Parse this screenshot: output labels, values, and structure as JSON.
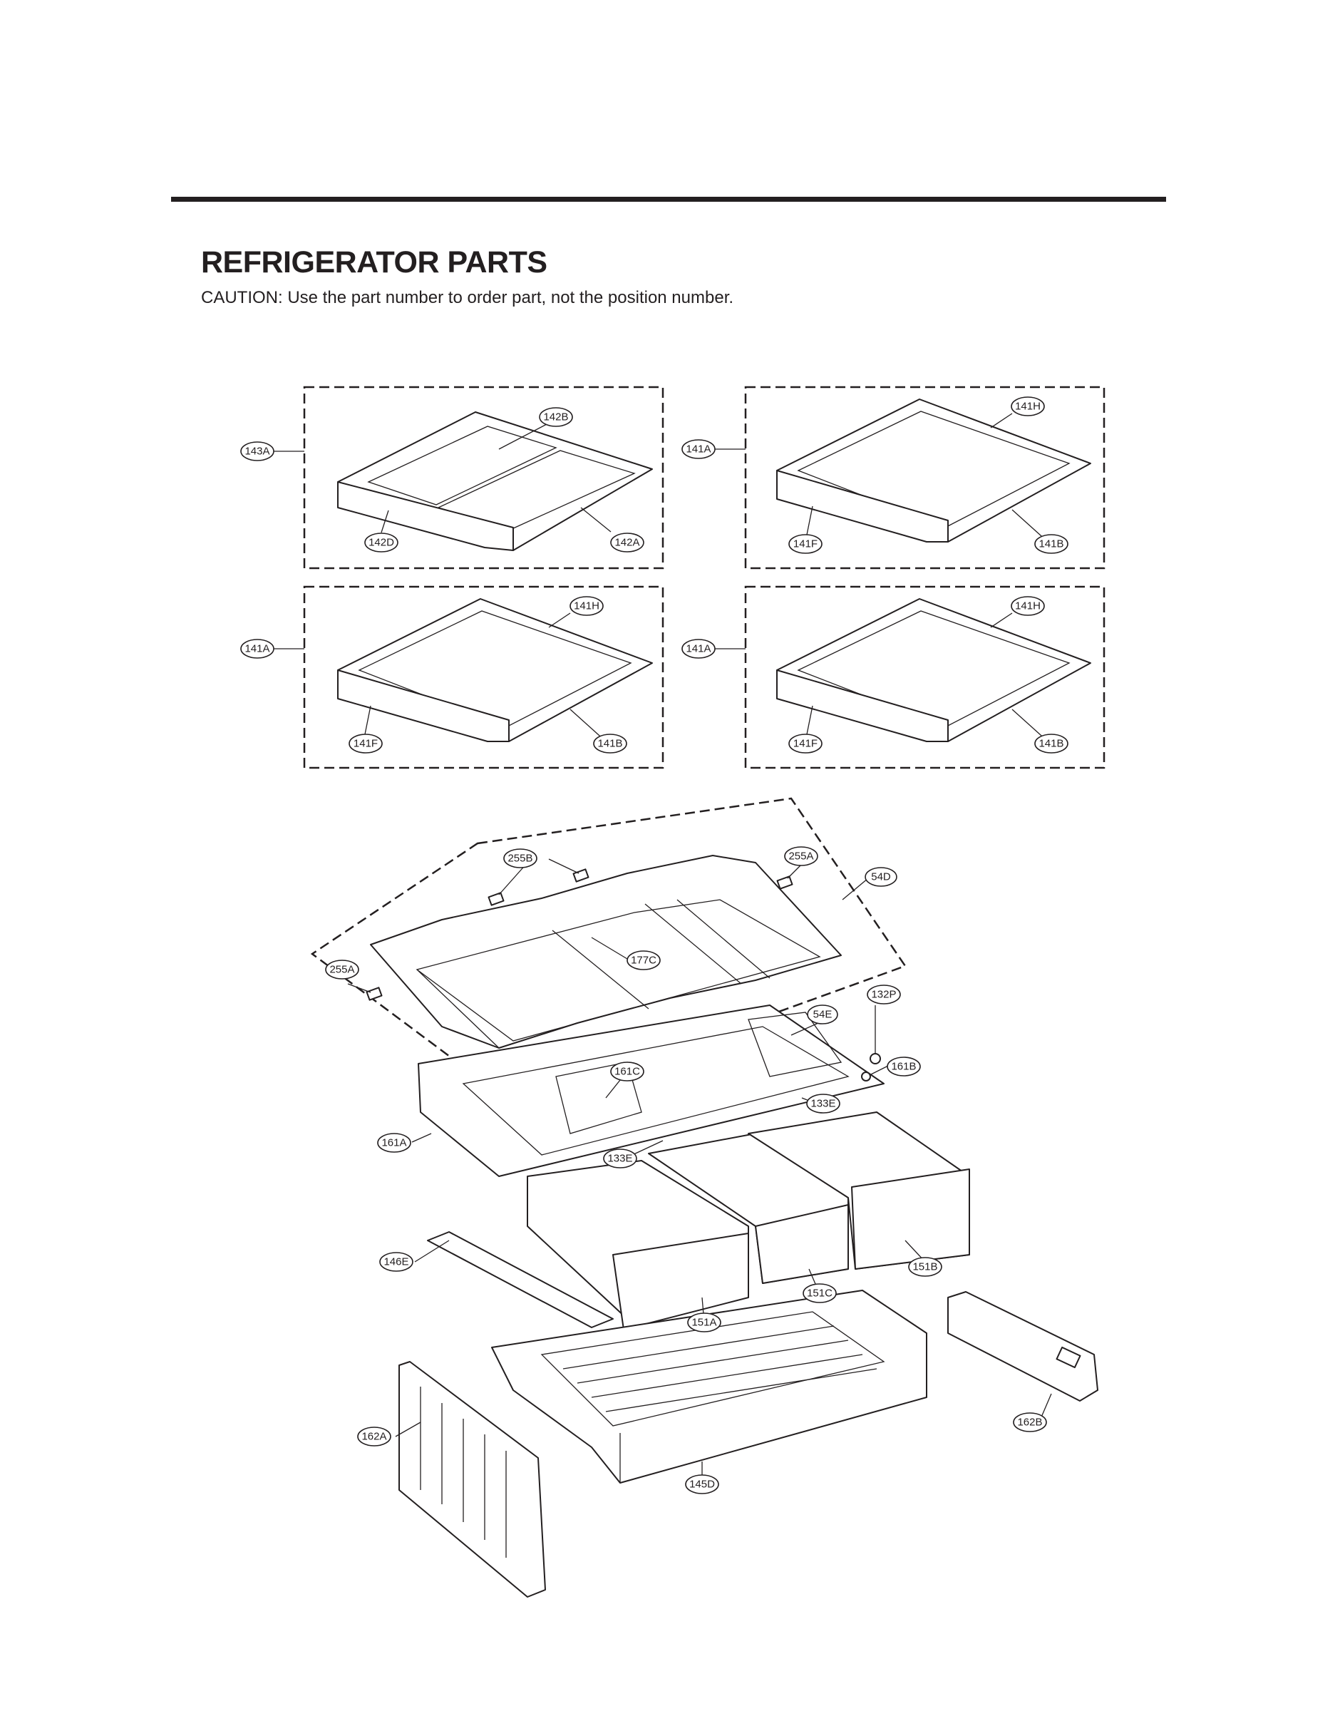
{
  "page": {
    "title": "REFRIGERATOR PARTS",
    "caution": "CAUTION: Use the part number to order part, not the position number."
  },
  "callouts": {
    "s1_143A": "143A",
    "s1_142B": "142B",
    "s1_142D": "142D",
    "s1_142A": "142A",
    "s2_141A": "141A",
    "s2_141H": "141H",
    "s2_141F": "141F",
    "s2_141B": "141B",
    "s3_141A": "141A",
    "s3_141H": "141H",
    "s3_141F": "141F",
    "s3_141B": "141B",
    "s4_141A": "141A",
    "s4_141H": "141H",
    "s4_141F": "141F",
    "s4_141B": "141B",
    "c_255B": "255B",
    "c_255A_top": "255A",
    "c_54D": "54D",
    "c_255A_left": "255A",
    "c_177C": "177C",
    "c_132P": "132P",
    "c_54E": "54E",
    "c_161B": "161B",
    "c_161C": "161C",
    "c_133E_right": "133E",
    "c_161A": "161A",
    "c_133E_left": "133E",
    "c_146E": "146E",
    "c_151B": "151B",
    "c_151C": "151C",
    "c_151A": "151A",
    "c_162B": "162B",
    "c_162A": "162A",
    "c_145D": "145D"
  },
  "colors": {
    "ink": "#231f20",
    "background": "#ffffff"
  }
}
